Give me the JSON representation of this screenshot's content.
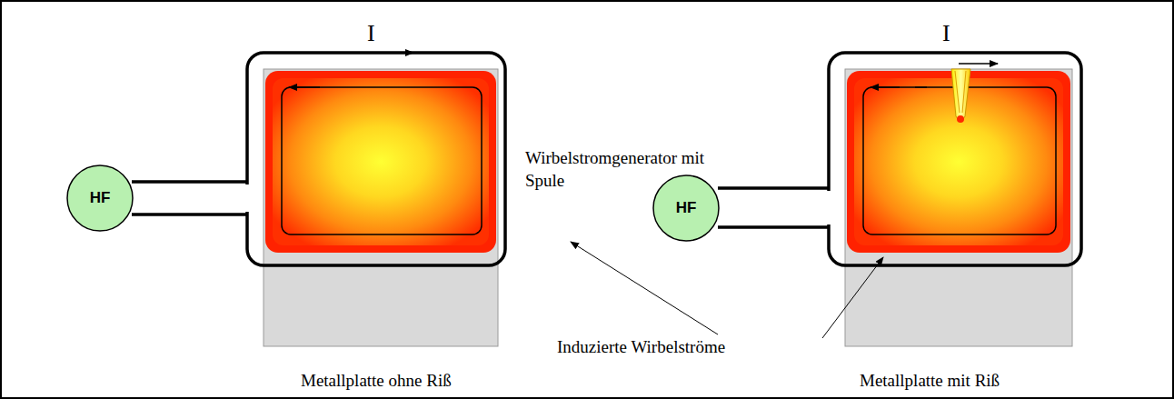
{
  "diagram": {
    "nodes": [
      {
        "text": [
          "HF"
        ]
      },
      {
        "text": [
          "HF"
        ]
      }
    ],
    "labels": [
      "I",
      "Wirbelstromgenerator mit Spule",
      "I",
      "Induzierte Wirbelströme",
      "Metallplatte ohne Riß",
      "Metallplatte mit Riß"
    ]
  }
}
